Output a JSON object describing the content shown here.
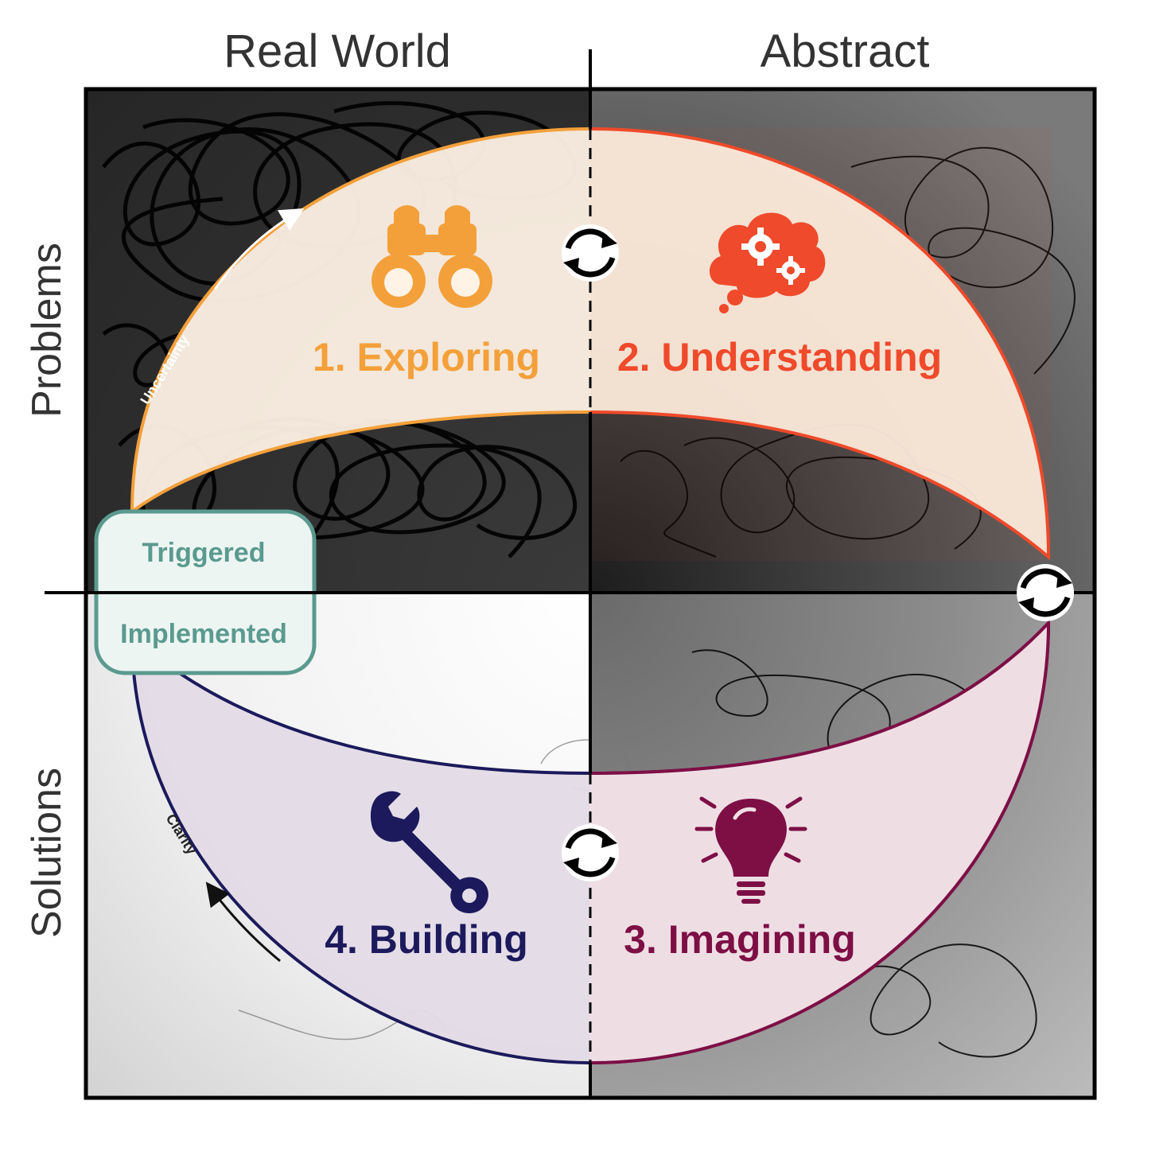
{
  "axes": {
    "column_left": "Real World",
    "column_right": "Abstract",
    "row_top": "Problems",
    "row_bottom": "Solutions"
  },
  "stages": [
    {
      "label": "1. Exploring",
      "icon": "binoculars-icon",
      "color": "#f4a03a"
    },
    {
      "label": "2. Understanding",
      "icon": "thought-gears-icon",
      "color": "#ef4a2b"
    },
    {
      "label": "3. Imagining",
      "icon": "lightbulb-icon",
      "color": "#7d0f45"
    },
    {
      "label": "4. Building",
      "icon": "wrench-icon",
      "color": "#1c1a5c"
    }
  ],
  "arrows": {
    "uncertainty": "Uncertainty",
    "clarity": "Clarity"
  },
  "trigger_box": {
    "top": "Triggered",
    "bottom": "Implemented",
    "color": "#5a9a8f"
  },
  "cycle_icons": [
    "cycle-icon",
    "cycle-icon",
    "cycle-icon"
  ]
}
